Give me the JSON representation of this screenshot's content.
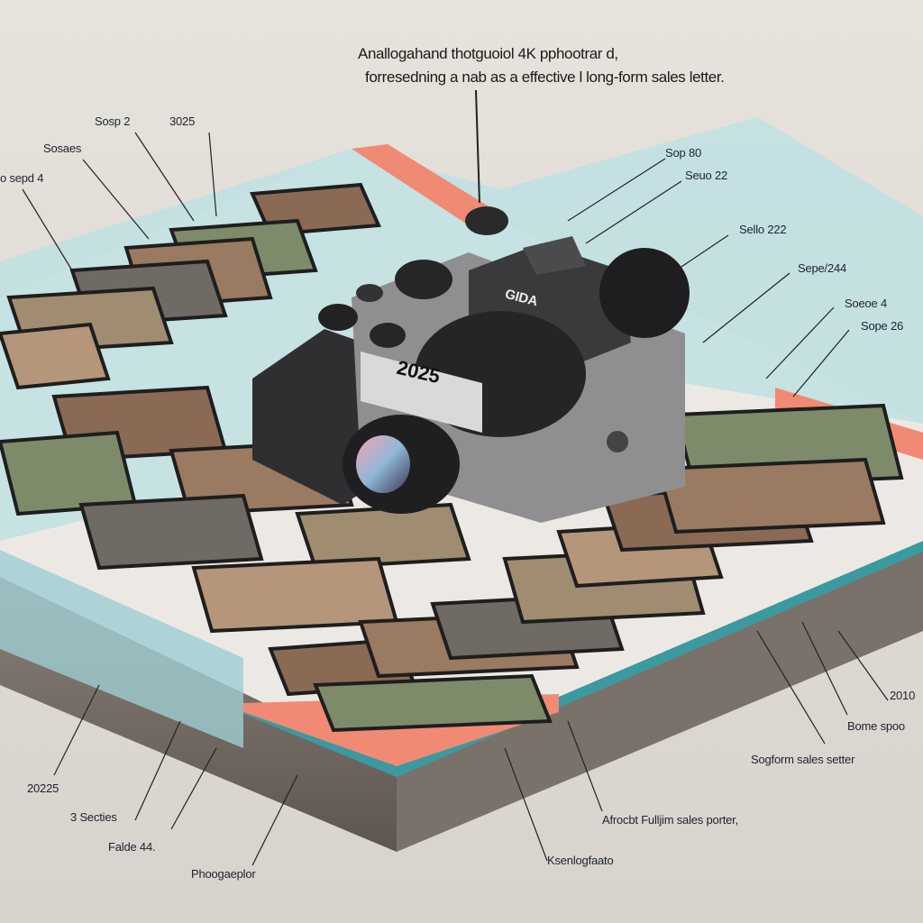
{
  "title": {
    "line1": "Anallogahand thotguoiol 4K pphootrar d,",
    "line2": "forresedning a nab as a effective l long-form sales letter."
  },
  "camera": {
    "brand": "GIDA",
    "year_plate": "2025"
  },
  "callouts_left": [
    "Sosp 2",
    "3025",
    "Sosaes",
    "o sepd 4"
  ],
  "callouts_right": [
    "Sop 80",
    "Seuo 22",
    "Sello 222",
    "Sepe/244",
    "Soeoe 4",
    "Sope 26"
  ],
  "callouts_bottom_right": [
    "2010",
    "Bome spoo",
    "Sogform sales setter",
    "Afrocbt Fulljim sales porter,",
    "Ksenlogfaato"
  ],
  "callouts_bottom_left": [
    "20225",
    "3 Secties",
    "Falde 44.",
    "Phoogaeplor"
  ],
  "colors": {
    "background": "#e2ded8",
    "mat_cyan": "#bfe1e3",
    "accent_coral": "#f08a74",
    "slab_teal": "#3a9aa0",
    "camera_dark": "#2b2b2d"
  }
}
